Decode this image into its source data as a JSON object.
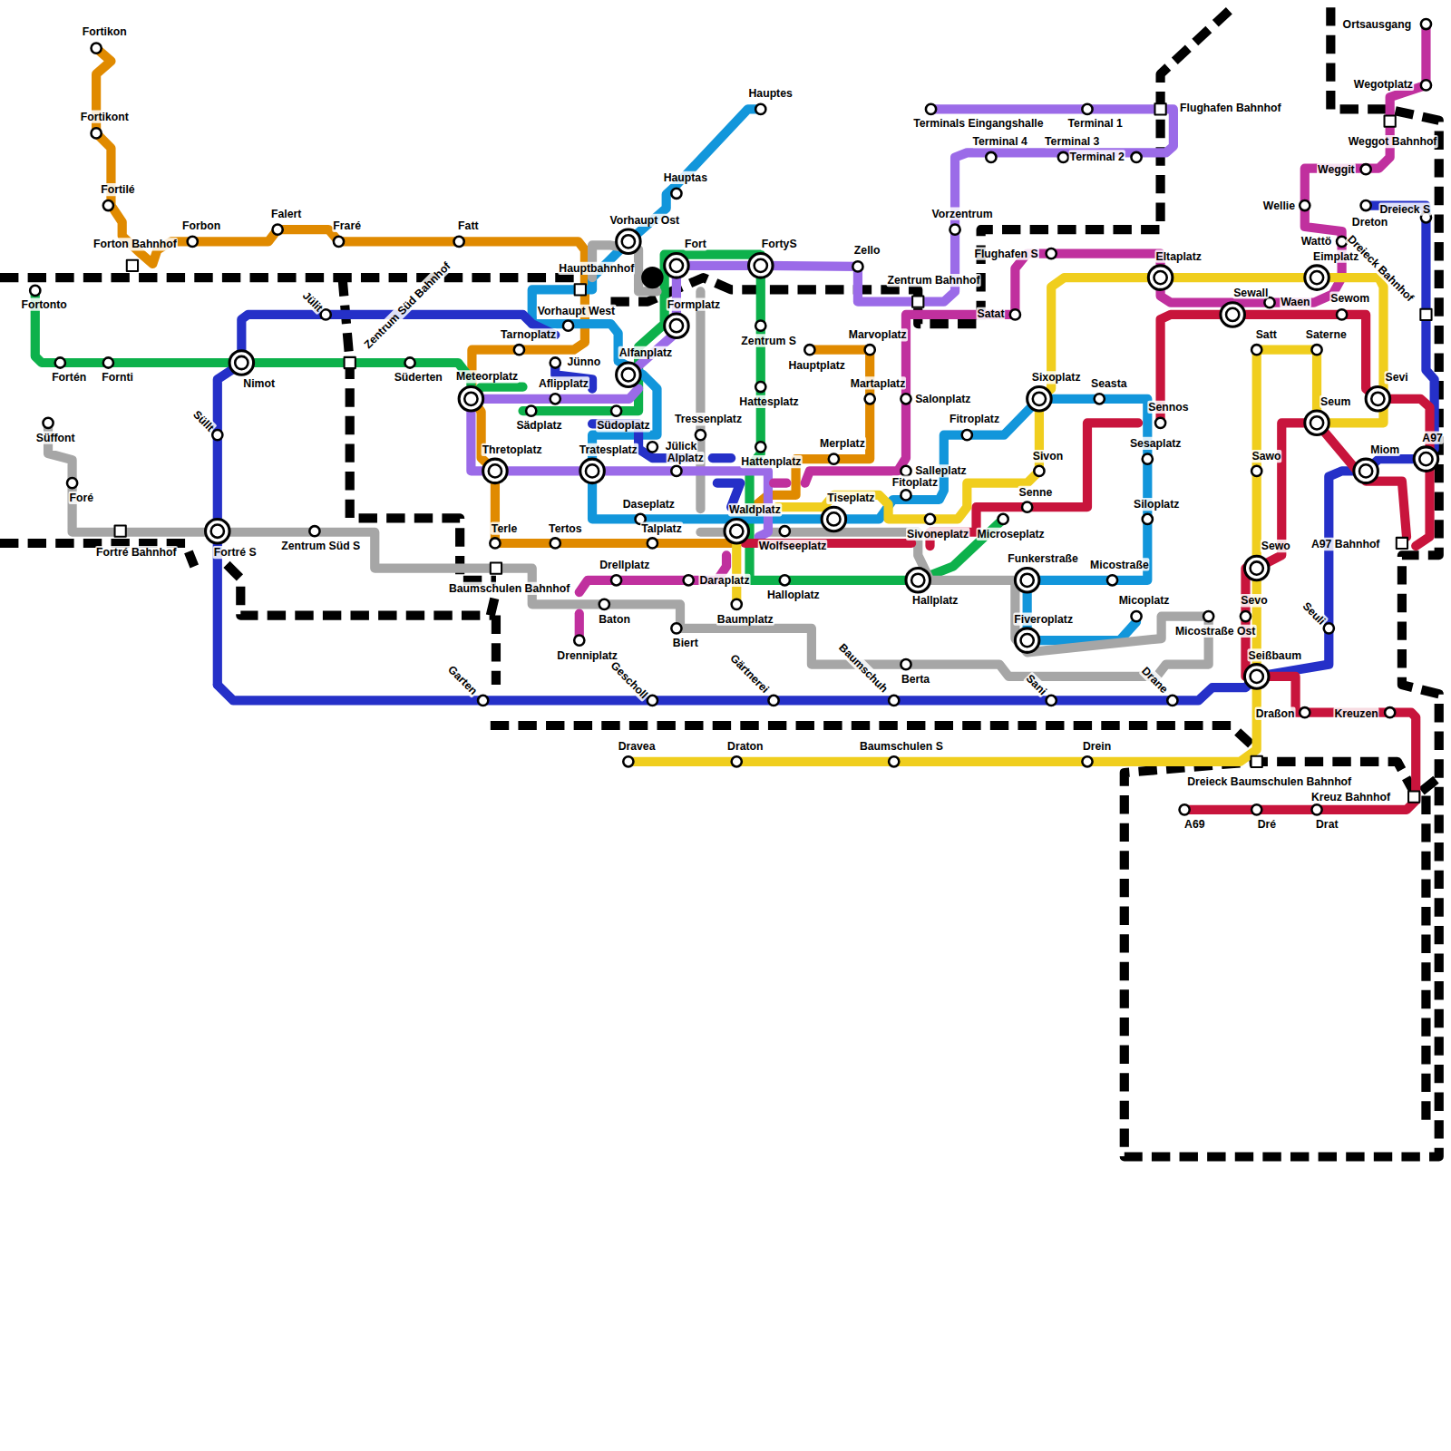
{
  "diagram": {
    "labels": [
      "Fortikon",
      "Fortikont",
      "Fortilé",
      "Forton Bahnhof",
      "Forbon",
      "Falert",
      "Fraré",
      "Fatt",
      "Fortonto",
      "Fortén",
      "Fornti",
      "Nimot",
      "Süderten",
      "Meteorplatz",
      "Jülit",
      "Zentrum Süd Bahnhof",
      "Süllt",
      "Fortré S",
      "Süffont",
      "Foré",
      "Fortré Bahnhof",
      "Zentrum Süd S",
      "Baumschulen Bahnhof",
      "Garten",
      "Gescholl",
      "Gärtnerei",
      "Baumschuh",
      "Sani",
      "Drane",
      "Hauptbahnhof",
      "Vorhaupt Ost",
      "Vorhaupt West",
      "Hauptas",
      "Hauptes",
      "Fort",
      "FortyS",
      "Formplatz",
      "Zello",
      "Tarnoplatz",
      "Jünno",
      "Aflipplatz",
      "Alfanplatz",
      "Sädplatz",
      "Südoplatz",
      "Tressenplatz",
      "Jülick",
      "Alplatz",
      "Tratesplatz",
      "Thretoplatz",
      "Zentrum S",
      "Hattesplatz",
      "Hattenplatz",
      "Hauptplatz",
      "Marvoplatz",
      "Martaplatz",
      "Salonplatz",
      "Merplatz",
      "Salleplatz",
      "Fitoplatz",
      "Tiseplatz",
      "Sivoneplatz",
      "Waldplatz",
      "Daseplatz",
      "Talplatz",
      "Terle",
      "Tertos",
      "Wolfseeplatz",
      "Drellplatz",
      "Daraplatz",
      "Drenniplatz",
      "Baton",
      "Biert",
      "Baumplatz",
      "Halloplatz",
      "Hallplatz",
      "Berta",
      "Microseplatz",
      "Senne",
      "Sivon",
      "Sixoplatz",
      "Seasta",
      "Fitroplatz",
      "Sennos",
      "Sesaplatz",
      "Siloplatz",
      "Micostraße",
      "Funkerstraße",
      "Fiveroplatz",
      "Micoplatz",
      "Micostraße Ost",
      "Zentrum Bahnhof",
      "Vorzentrum",
      "Flughafen S",
      "Satat",
      "Terminals Eingangshalle",
      "Terminal 1",
      "Terminal 4",
      "Terminal 3",
      "Terminal 2",
      "Flughafen Bahnhof",
      "Eltaplatz",
      "Sewall",
      "Waen",
      "Wattö",
      "Eimplatz",
      "Dreieck Bahnhof",
      "Sewom",
      "Sevi",
      "Satt",
      "Saterne",
      "Seum",
      "Sawo",
      "Miom",
      "A97",
      "A97 Bahnhof",
      "Sewo",
      "Sevo",
      "Seuli",
      "Seißbaum",
      "Draßon",
      "Kreuzen",
      "Dreieck Baumschulen Bahnhof",
      "Kreuz Bahnhof",
      "A69",
      "Dré",
      "Drat",
      "Dravea",
      "Draton",
      "Baumschulen S",
      "Drein",
      "Ortsausgang",
      "Wegotplatz",
      "Weggot Bahnhof",
      "Weggit",
      "Wellie",
      "Dreton",
      "Dreieck S"
    ]
  }
}
